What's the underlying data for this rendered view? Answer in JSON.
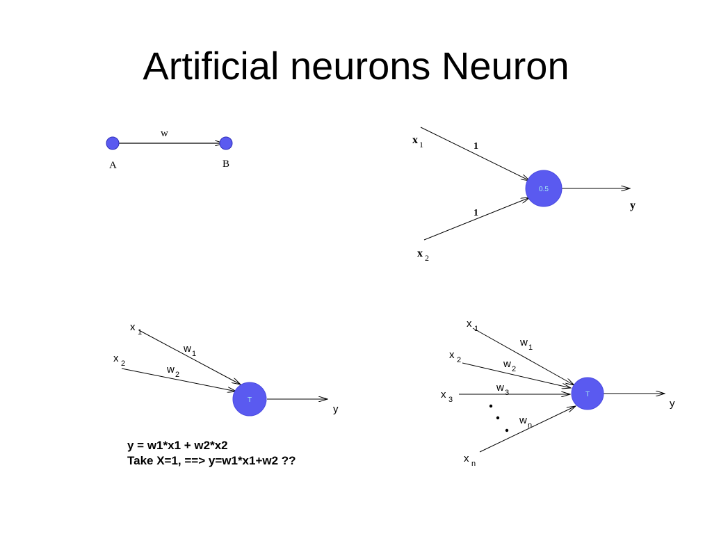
{
  "title": "Artificial neurons Neuron",
  "colors": {
    "node_fill": "#5A5AF0",
    "node_stroke": "#2E2EB8",
    "node_text": "#A8F0F0",
    "line": "#000000"
  },
  "diagram1": {
    "weight": "w",
    "node_a": "A",
    "node_b": "B"
  },
  "diagram2": {
    "x1": "x",
    "x1_sub": "1",
    "x2": "x",
    "x2_sub": "2",
    "w1": "1",
    "w2": "1",
    "threshold": "0.5",
    "output": "y"
  },
  "diagram3": {
    "x1": "x",
    "x1_sub": "1",
    "x2": "x",
    "x2_sub": "2",
    "w1": "w",
    "w1_sub": "1",
    "w2": "w",
    "w2_sub": "2",
    "threshold": "T",
    "output": "y"
  },
  "diagram4": {
    "x1": "x",
    "x1_sub": "1",
    "x2": "x",
    "x2_sub": "2",
    "x3": "x",
    "x3_sub": "3",
    "xn": "x",
    "xn_sub": "n",
    "w1": "w",
    "w1_sub": "1",
    "w2": "w",
    "w2_sub": "2",
    "w3": "w",
    "w3_sub": "3",
    "wn": "w",
    "wn_sub": "n",
    "threshold": "T",
    "output": "y"
  },
  "formula": {
    "line1": "y = w1*x1 + w2*x2",
    "line2": "Take X=1, ==> y=w1*x1+w2 ??"
  }
}
